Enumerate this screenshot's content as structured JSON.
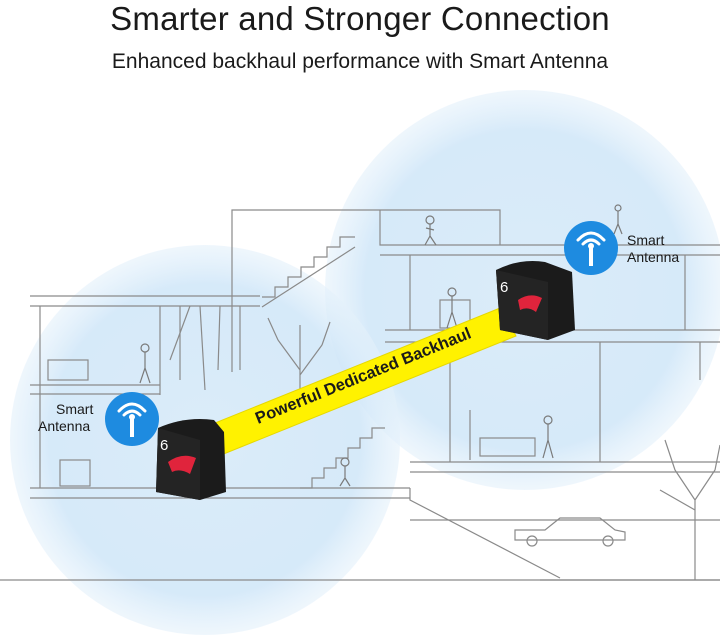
{
  "header": {
    "title": "Smarter and Stronger Connection",
    "subtitle": "Enhanced backhaul performance with Smart Antenna"
  },
  "antennas": {
    "right": {
      "line1": "Smart",
      "line2": "Antenna"
    },
    "left": {
      "line1": "Smart",
      "line2": "Antenna"
    }
  },
  "backhaul": {
    "label": "Powerful Dedicated Backhaul"
  },
  "colors": {
    "coverage": "#d6e9f8",
    "antenna_icon": "#1e8be0",
    "backhaul_band": "#fff200",
    "router": "#1b1b1b",
    "router_accent": "#e0243c"
  }
}
